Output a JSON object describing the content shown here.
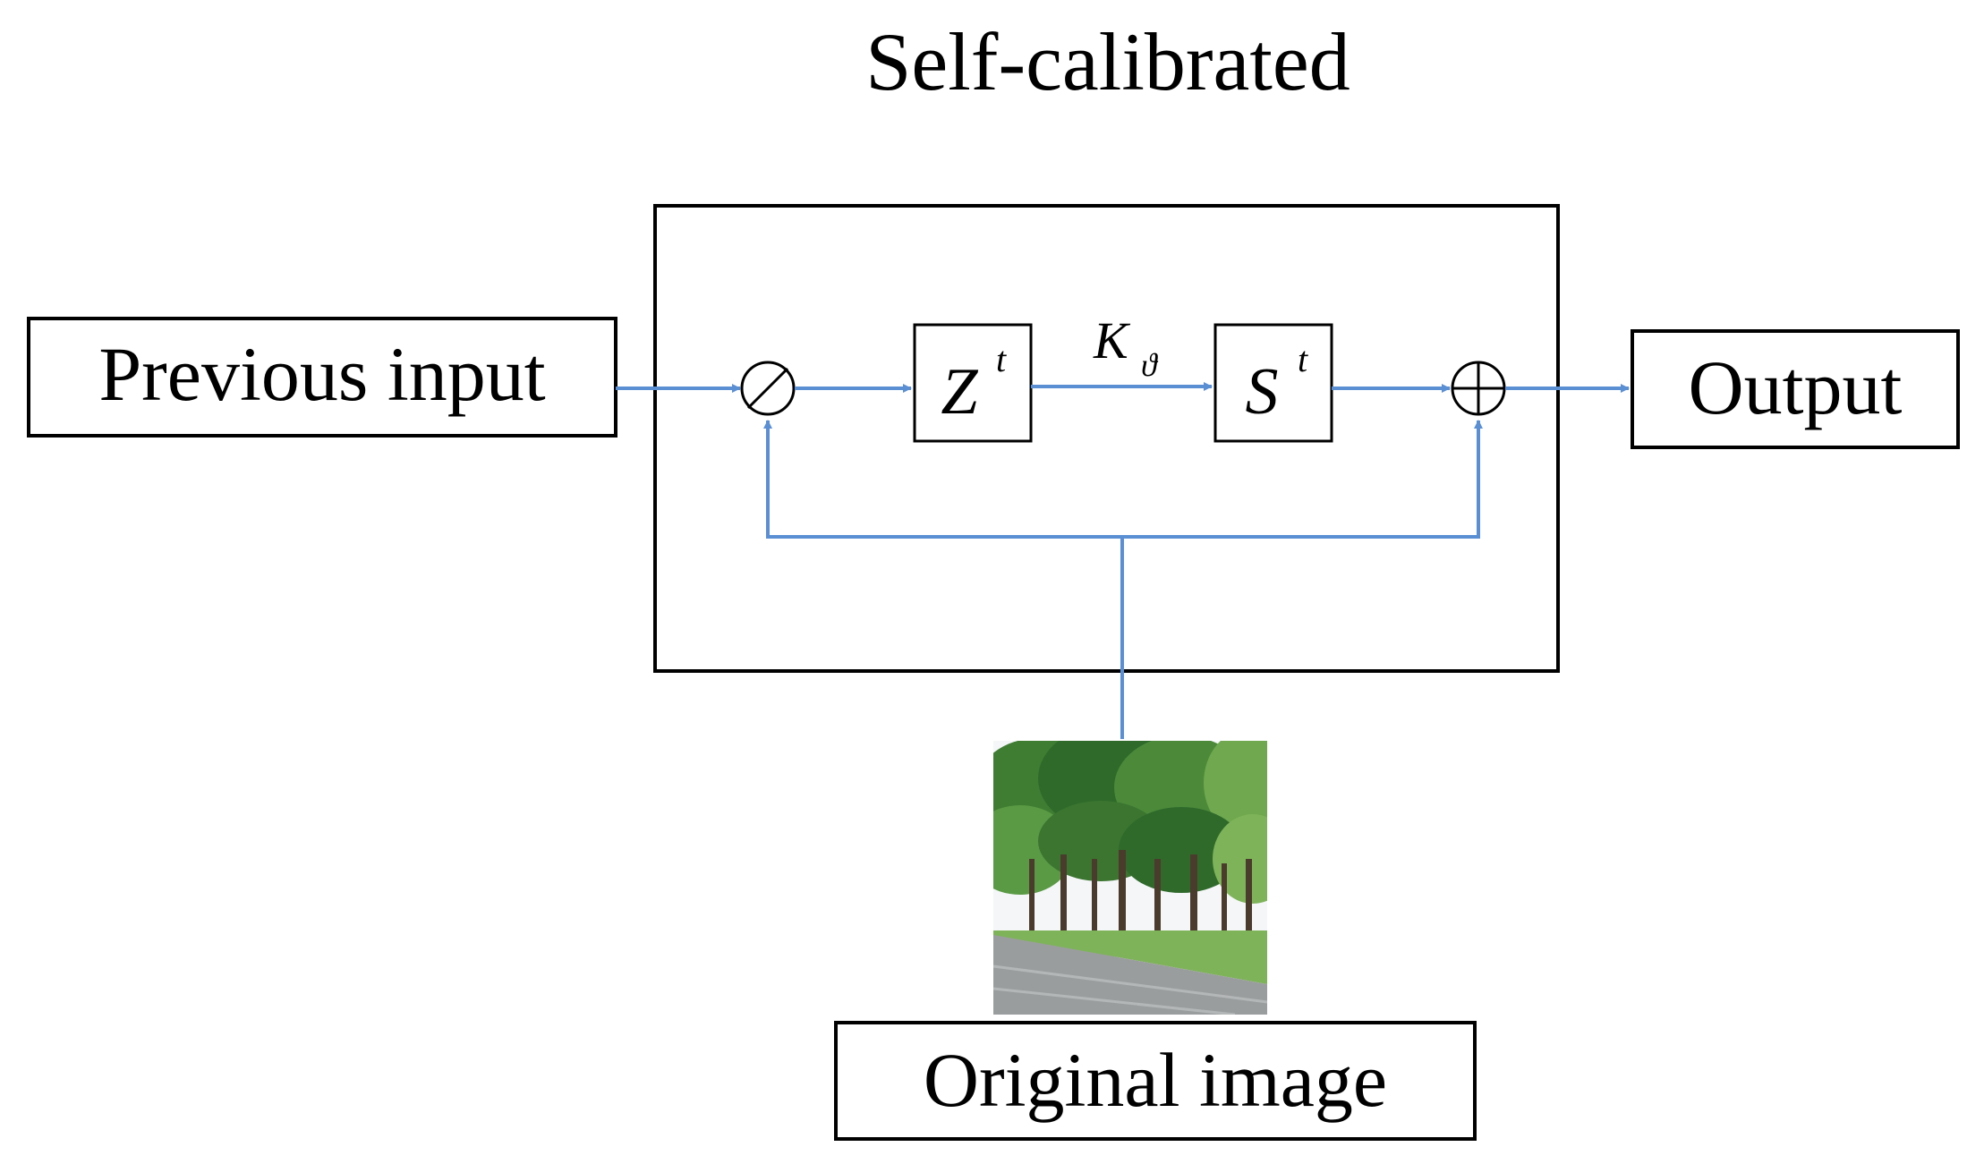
{
  "title": "Self-calibrated",
  "inputs": {
    "previous_input": "Previous input",
    "original_image": "Original image"
  },
  "output_label": "Output",
  "operators": {
    "divide": "⊘",
    "add": "⊕"
  },
  "blocks": {
    "z": {
      "base": "Z",
      "sup": "t"
    },
    "s": {
      "base": "S",
      "sup": "t"
    }
  },
  "edge_label": {
    "base": "K",
    "sub": "ϑ"
  },
  "colors": {
    "arrow": "#5b8fd4",
    "stroke": "#000000",
    "sky": "#f4f6f8",
    "foliage_dark": "#2f6a2b",
    "foliage_light": "#6fa84e",
    "trunk": "#4a3b2c",
    "grass": "#7fb35a",
    "path": "#9a9d9e"
  },
  "icons": {
    "image_thumbnail": "tree-park-photo"
  }
}
